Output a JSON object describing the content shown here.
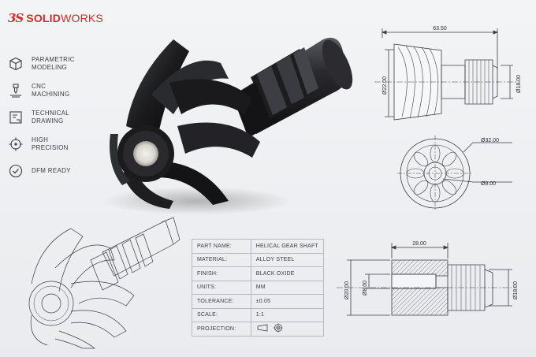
{
  "brand": {
    "ds": "3S",
    "name_bold": "SOLID",
    "name_light": "WORKS"
  },
  "features": [
    {
      "icon": "cube-icon",
      "label": "PARAMETRIC\nMODELING"
    },
    {
      "icon": "cnc-icon",
      "label": "CNC\nMACHINING"
    },
    {
      "icon": "drawing-icon",
      "label": "TECHNICAL\nDRAWING"
    },
    {
      "icon": "crosshair-icon",
      "label": "HIGH\nPRECISION"
    },
    {
      "icon": "check-circle-icon",
      "label": "DFM READY"
    }
  ],
  "dims": {
    "top_length": "63.50",
    "top_left_dia": "Ø22.00",
    "top_right_dia": "Ø18.00",
    "end_outer_dia": "Ø32.00",
    "end_inner_dia": "Ø8.00",
    "section_length": "28.00",
    "section_outer_dia": "Ø20.00",
    "section_bore_dia": "Ø8.00",
    "section_right_dia": "Ø18.00"
  },
  "spec": [
    {
      "key": "PART NAME:",
      "value": "HELICAL GEAR SHAFT"
    },
    {
      "key": "MATERIAL:",
      "value": "ALLOY STEEL"
    },
    {
      "key": "FINISH:",
      "value": "BLACK OXIDE"
    },
    {
      "key": "UNITS:",
      "value": "MM"
    },
    {
      "key": "TOLERANCE:",
      "value": "±0.05"
    },
    {
      "key": "SCALE:",
      "value": "1:1"
    },
    {
      "key": "PROJECTION:",
      "value": ""
    }
  ],
  "colors": {
    "brand_red": "#d32a2a",
    "line": "#3a3e46",
    "metal_dark": "#1c1c1f"
  }
}
